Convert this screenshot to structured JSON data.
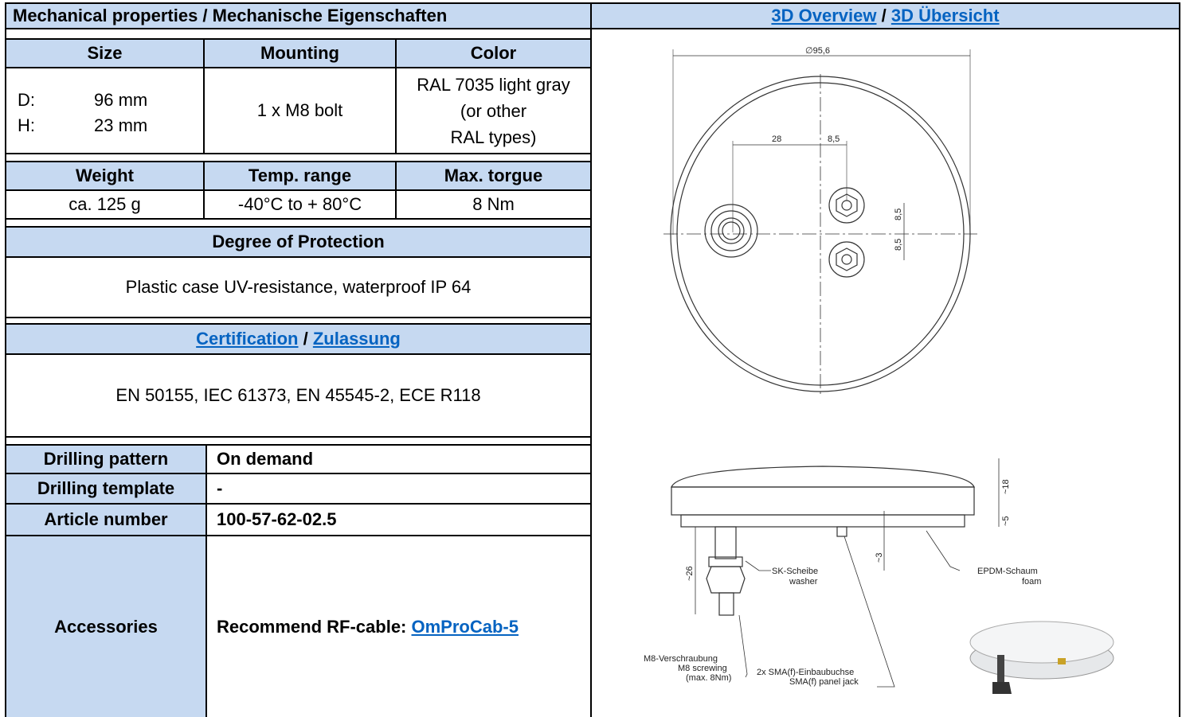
{
  "header": {
    "title": "Mechanical properties / Mechanische Eigenschaften",
    "overview_link_en": "3D Overview",
    "overview_sep": " / ",
    "overview_link_de": "3D Übersicht"
  },
  "spec_table_1": {
    "columns": [
      "Size",
      "Mounting",
      "Color"
    ],
    "size_d_label": "D:",
    "size_d_value": "96 mm",
    "size_h_label": "H:",
    "size_h_value": "23 mm",
    "mounting": "1 x M8 bolt",
    "color_line1": "RAL 7035 light gray",
    "color_line2": "(or other",
    "color_line3": "RAL types)"
  },
  "spec_table_2": {
    "columns": [
      "Weight",
      "Temp. range",
      "Max. torgue"
    ],
    "values": [
      "ca. 125 g",
      "-40°C to + 80°C",
      "8 Nm"
    ]
  },
  "protection": {
    "heading": "Degree of Protection",
    "text": "Plastic case UV-resistance, waterproof IP 64"
  },
  "certification": {
    "link_en": "Certification",
    "sep": " / ",
    "link_de": "Zulassung",
    "text": "EN 50155, IEC 61373, EN 45545-2, ECE R118"
  },
  "details": {
    "drilling_pattern_label": "Drilling pattern",
    "drilling_pattern_value": "On demand",
    "drilling_template_label": "Drilling template",
    "drilling_template_value": "-",
    "article_label": "Article number",
    "article_value": "100-57-62-02.5",
    "accessories_label": "Accessories",
    "accessories_prefix": "Recommend RF-cable: ",
    "accessories_link": "OmProCab-5"
  },
  "drawing": {
    "dim_diameter": "∅95,6",
    "dim_28": "28",
    "dim_85a": "8,5",
    "dim_85b": "8,5",
    "dim_85c": "8,5",
    "dim_18": "~18",
    "dim_5": "~5",
    "dim_3": "~3",
    "dim_26": "~26",
    "label_sk1": "SK-Scheibe",
    "label_sk2": "washer",
    "label_epdm1": "EPDM-Schaum",
    "label_epdm2": "foam",
    "label_m8_1": "M8-Verschraubung",
    "label_m8_2": "M8 screwing",
    "label_m8_3": "(max. 8Nm)",
    "label_sma1": "2x SMA(f)-Einbaubuchse",
    "label_sma2": "SMA(f) panel jack"
  },
  "colors": {
    "header_bg": "#c6d9f1",
    "link": "#0563c1"
  }
}
